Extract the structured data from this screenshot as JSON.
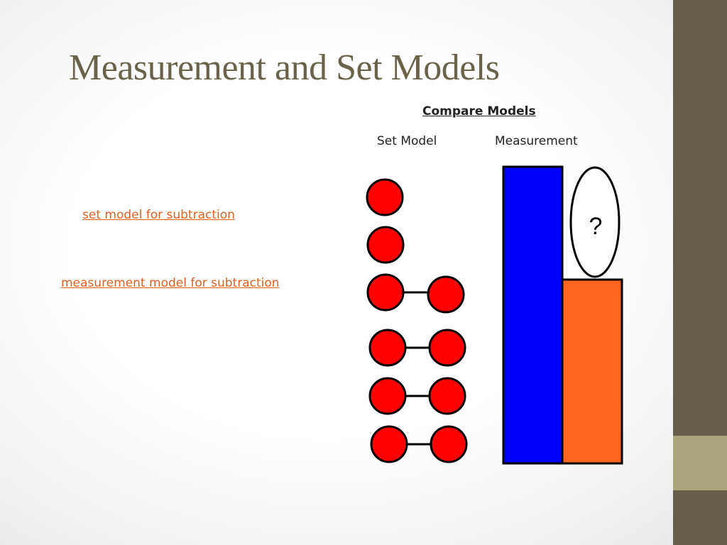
{
  "slide": {
    "title": "Measurement and Set Models",
    "compare_heading": "Compare Models",
    "columns": {
      "set_model": "Set Model",
      "measurement": "Measurement"
    },
    "links": {
      "set_model_subtraction": "set model for subtraction",
      "measurement_model_subtraction": "measurement model for subtraction"
    },
    "measurement_bars": {
      "unknown_label": "?"
    }
  },
  "colors": {
    "title": "#6a6349",
    "link": "#e0601e",
    "counter": "#ff0000",
    "bar_blue": "#0000ff",
    "bar_orange": "#ff6622",
    "theme_bar": "#665e48",
    "theme_accent": "#a9a47c"
  }
}
